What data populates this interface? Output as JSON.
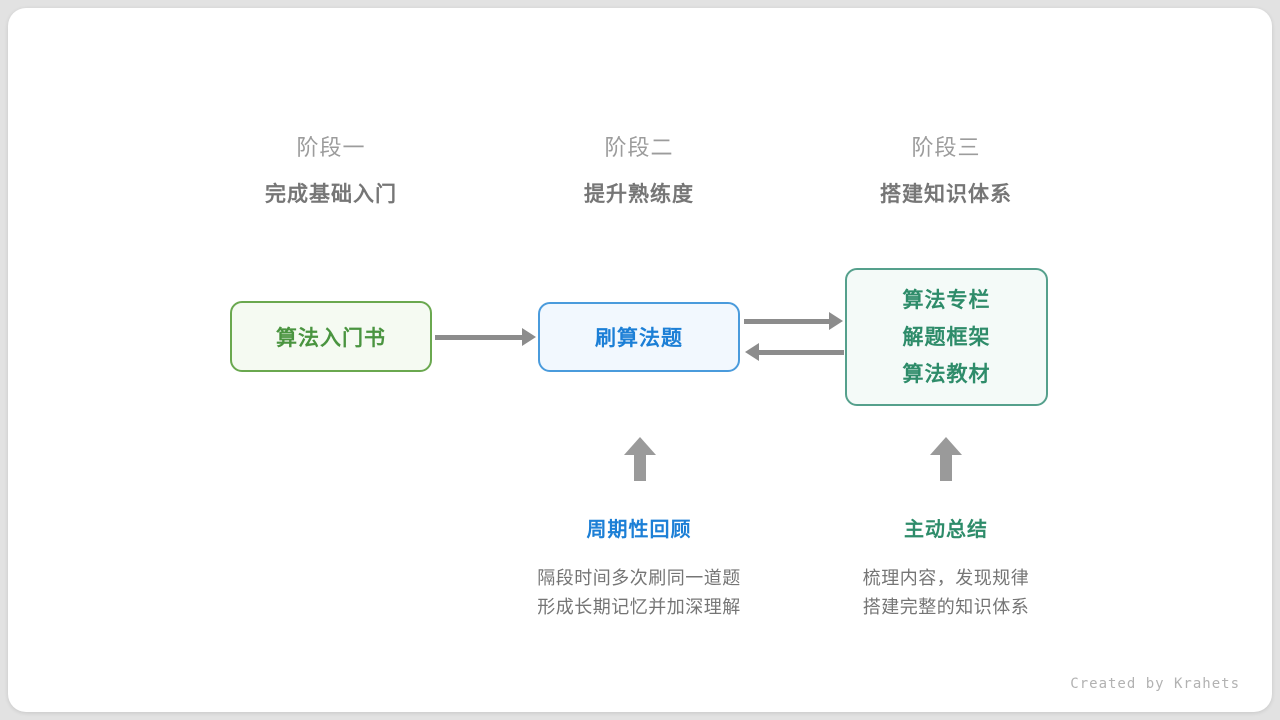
{
  "colors": {
    "green_text": "#4a9440",
    "green_border": "#6aa84f",
    "blue_text": "#1c7fd6",
    "blue_border": "#4a9bdc",
    "teal_text": "#2e8c6a",
    "teal_border": "#55a08c",
    "arrow_gray": "#8c8c8c",
    "label_gray": "#9c9c9c",
    "body_gray": "#757575"
  },
  "stages": [
    {
      "label": "阶段一",
      "subtitle": "完成基础入门"
    },
    {
      "label": "阶段二",
      "subtitle": "提升熟练度"
    },
    {
      "label": "阶段三",
      "subtitle": "搭建知识体系"
    }
  ],
  "boxes": {
    "box1": {
      "label": "算法入门书"
    },
    "box2": {
      "label": "刷算法题"
    },
    "box3": {
      "lines": [
        "算法专栏",
        "解题框架",
        "算法教材"
      ]
    }
  },
  "annotations": {
    "review": {
      "title": "周期性回顾",
      "lines": [
        "隔段时间多次刷同一道题",
        "形成长期记忆并加深理解"
      ]
    },
    "summary": {
      "title": "主动总结",
      "lines": [
        "梳理内容，发现规律",
        "搭建完整的知识体系"
      ]
    }
  },
  "footer": {
    "credit": "Created by Krahets"
  }
}
